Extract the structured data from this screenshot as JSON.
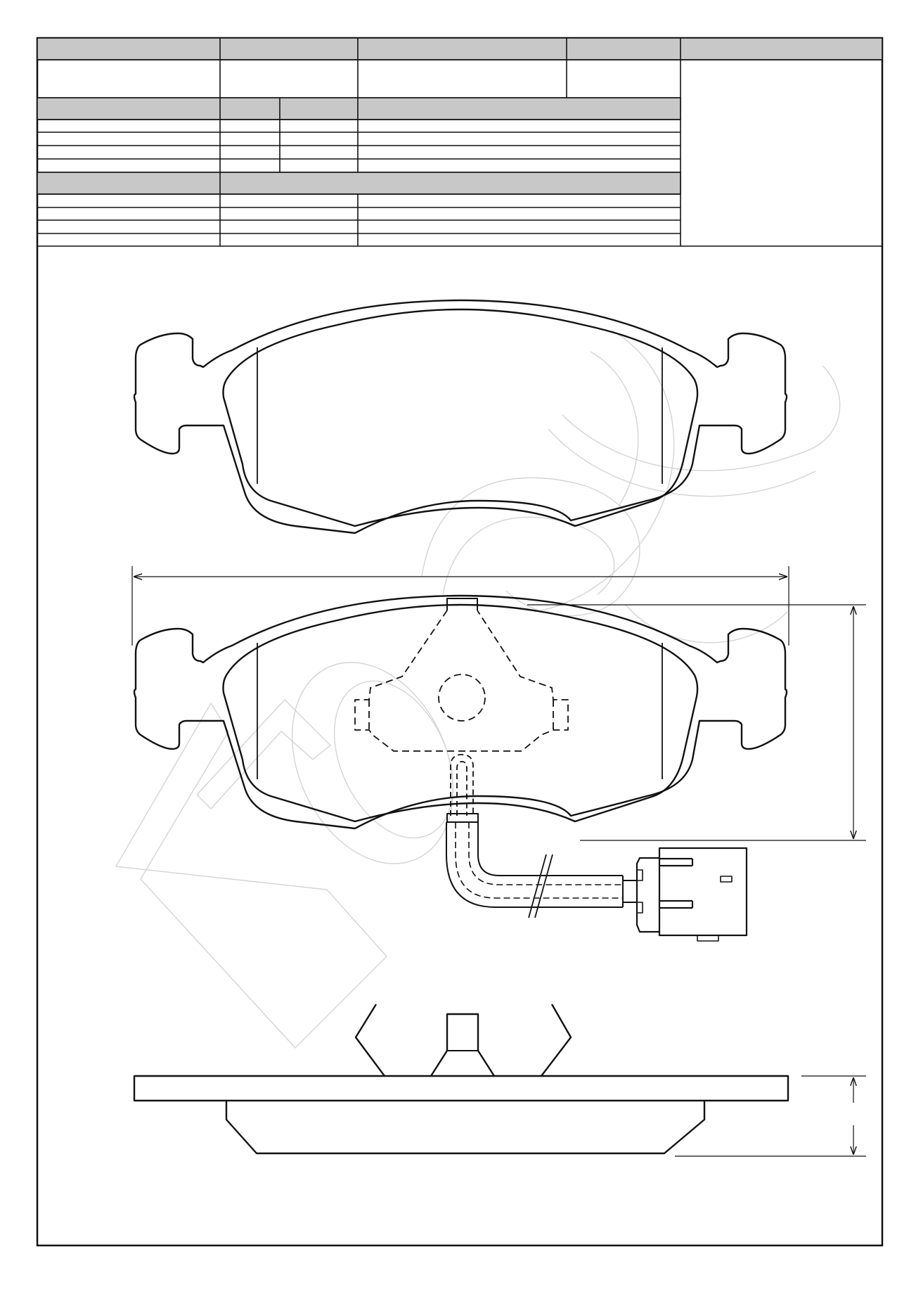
{
  "header": {
    "row1_fill": "#c8c8c8",
    "row1_labels": [
      "",
      "",
      "",
      "",
      ""
    ],
    "row2_values": [
      "",
      "",
      "",
      ""
    ]
  },
  "spec_table_1": {
    "header_fill": "#c8c8c8",
    "header_labels": [
      "",
      "",
      "",
      ""
    ],
    "rows": [
      [
        "",
        "",
        "",
        ""
      ],
      [
        "",
        "",
        "",
        ""
      ],
      [
        "",
        "",
        "",
        ""
      ],
      [
        "",
        "",
        "",
        ""
      ]
    ]
  },
  "spec_table_2": {
    "header_fill": "#c8c8c8",
    "header_labels": [
      "",
      "",
      "",
      ""
    ],
    "rows": [
      [
        "",
        "",
        ""
      ],
      [
        "",
        "",
        ""
      ],
      [
        "",
        "",
        ""
      ],
      [
        "",
        "",
        ""
      ]
    ]
  },
  "drawing": {
    "line_color": "#111111",
    "watermark_color": "#d4d4d4",
    "views": [
      "friction-face-view",
      "backplate-view-with-wear-sensor",
      "side-profile-view"
    ],
    "dimensions": {
      "width_label": "",
      "height_label": "",
      "thickness_label": ""
    }
  }
}
